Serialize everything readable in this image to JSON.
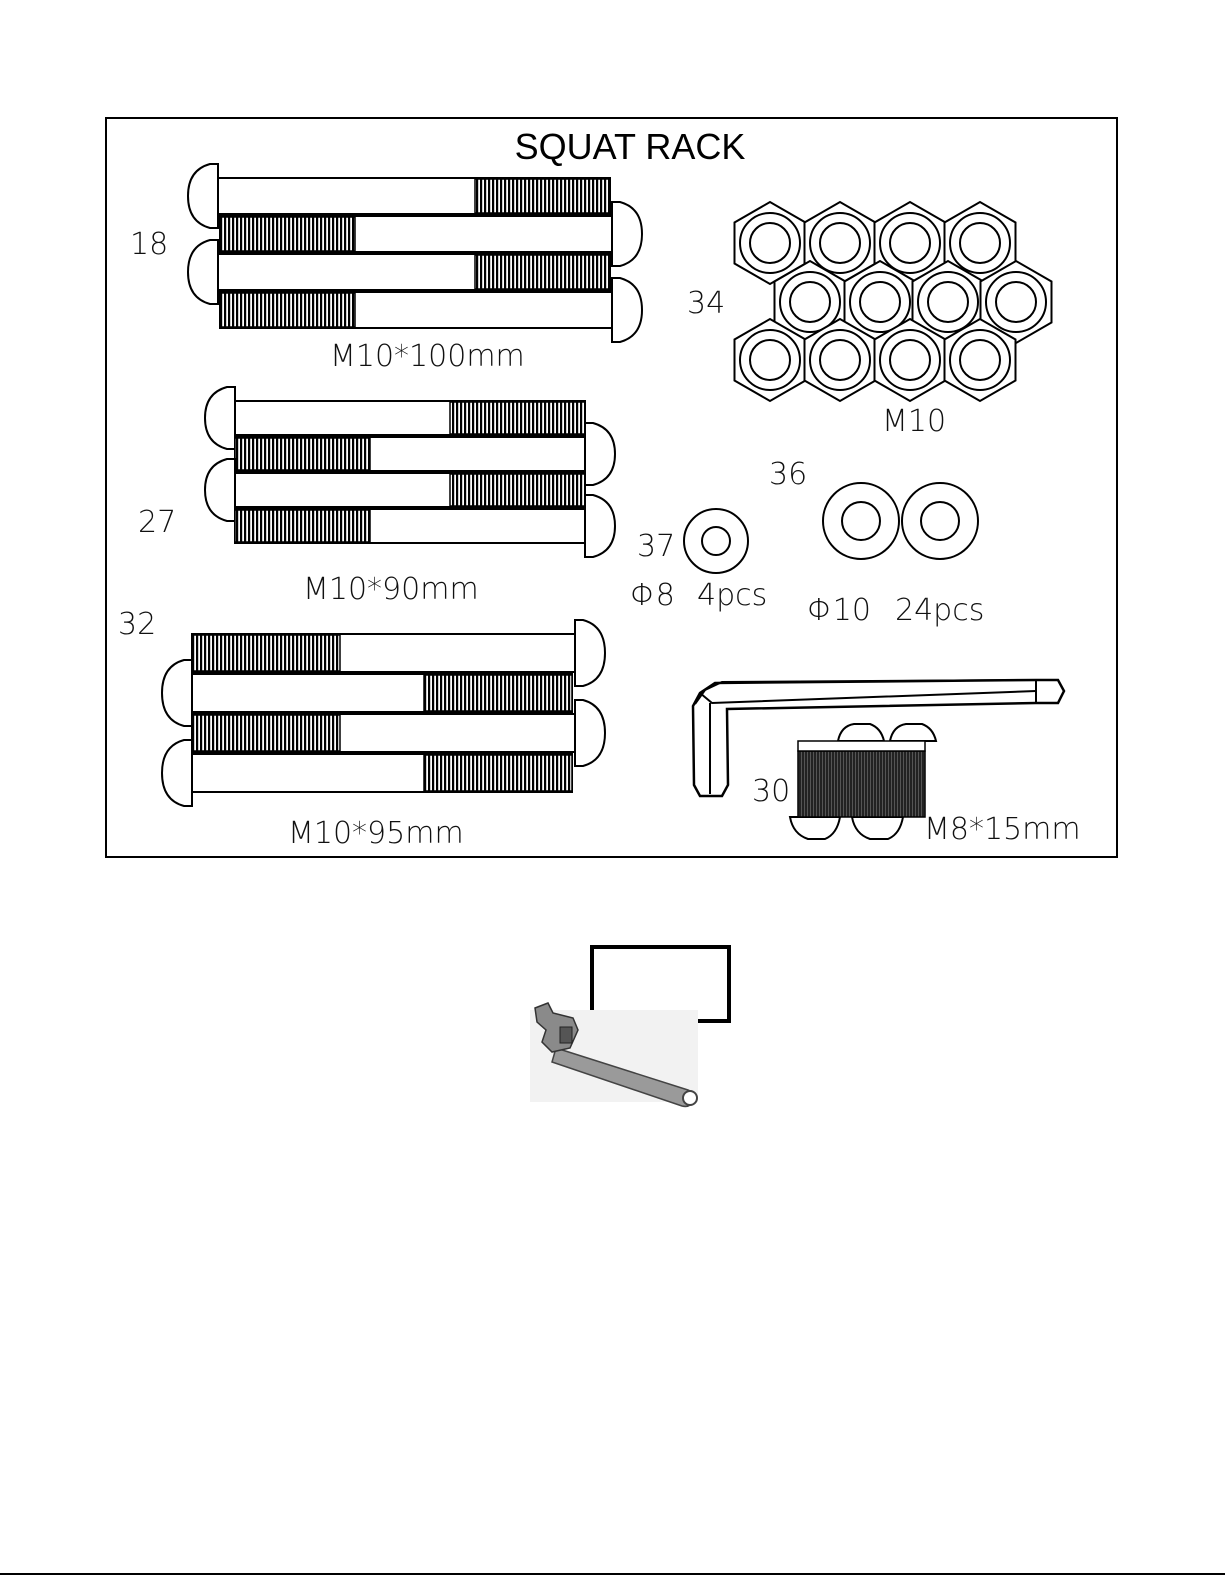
{
  "diagram": {
    "title": "SQUAT RACK",
    "groups": [
      {
        "part_no": "18",
        "size": "M10*100mm",
        "item": "bolt"
      },
      {
        "part_no": "27",
        "size": "M10*90mm",
        "item": "bolt"
      },
      {
        "part_no": "32",
        "size": "M10*95mm",
        "item": "bolt"
      },
      {
        "part_no": "34",
        "size": "M10",
        "item": "hex-nut"
      },
      {
        "part_no": "36",
        "size": "Φ10",
        "qty": "24pcs",
        "item": "washer"
      },
      {
        "part_no": "37",
        "size": "Φ8",
        "qty": "4pcs",
        "item": "washer"
      },
      {
        "part_no": "30",
        "size": "M8*15mm",
        "item": "bolt"
      }
    ],
    "tool_icon": "adjustable-wrench-icon",
    "allen_key_icon": "allen-key-icon"
  }
}
